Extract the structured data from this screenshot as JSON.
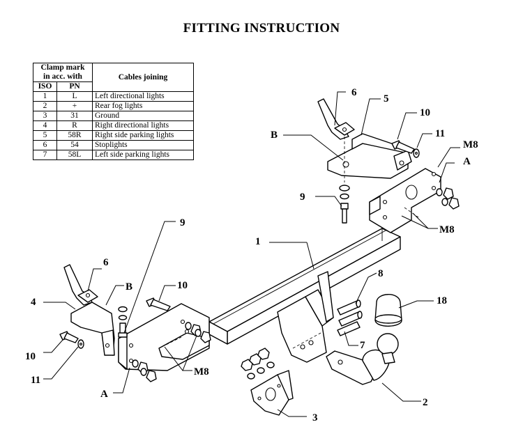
{
  "title": "FITTING INSTRUCTION",
  "table": {
    "header_clamp": [
      "Clamp mark",
      "in acc. with"
    ],
    "header_cables": "Cables joining",
    "col_iso": "ISO",
    "col_pn": "PN",
    "rows": [
      {
        "iso": "1",
        "pn": "L",
        "desc": "Left directional lights"
      },
      {
        "iso": "2",
        "pn": "+",
        "desc": "Rear fog lights"
      },
      {
        "iso": "3",
        "pn": "31",
        "desc": "Ground"
      },
      {
        "iso": "4",
        "pn": "R",
        "desc": "Right directional lights"
      },
      {
        "iso": "5",
        "pn": "58R",
        "desc": "Right side parking lights"
      },
      {
        "iso": "6",
        "pn": "54",
        "desc": "Stoplights"
      },
      {
        "iso": "7",
        "pn": "58L",
        "desc": "Left side parking lights"
      }
    ]
  },
  "callouts": {
    "c1": "1",
    "c2": "2",
    "c3": "3",
    "c4": "4",
    "c5": "5",
    "c6a": "6",
    "c6b": "6",
    "c7": "7",
    "c8": "8",
    "c9a": "9",
    "c9b": "9",
    "c10a": "10",
    "c10b": "10",
    "c10c": "10",
    "c11a": "11",
    "c11b": "11",
    "c18": "18",
    "ca1": "A",
    "ca2": "A",
    "cb1": "B",
    "cb2": "B",
    "cm1": "M8",
    "cm2": "M8",
    "cm3": "M8"
  }
}
